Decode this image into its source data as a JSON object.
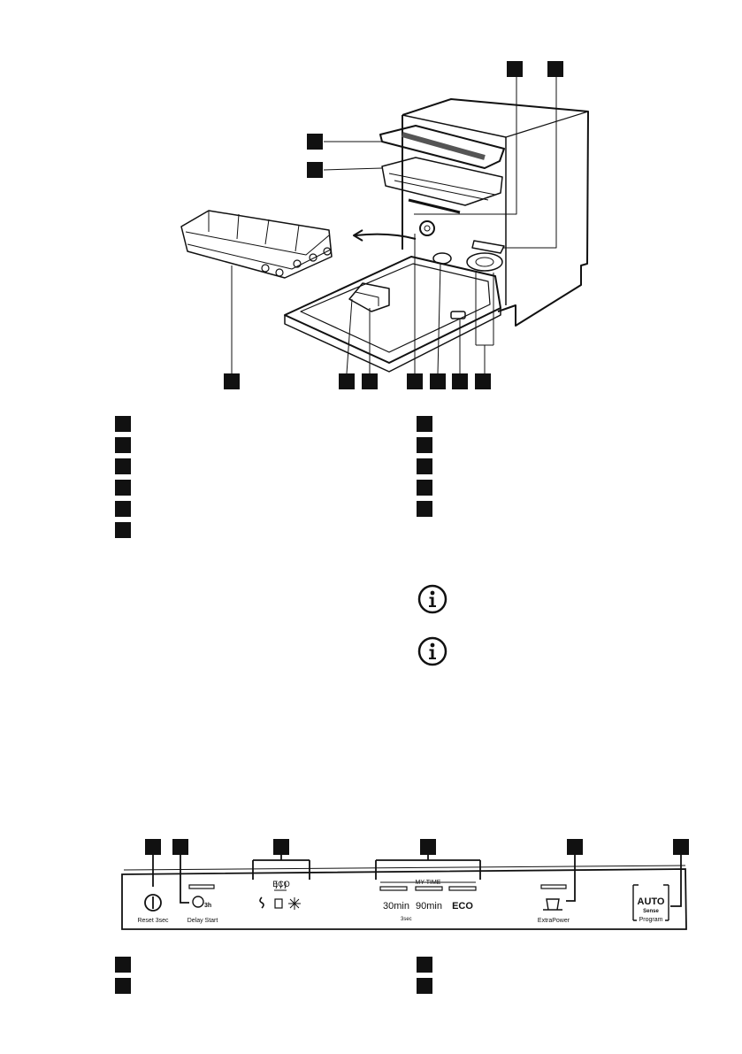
{
  "panel": {
    "reset_label": "Reset 3sec",
    "delay_label": "Delay Start",
    "delay_hours": "3h",
    "eco_label": "ECO",
    "my_time_label": "MY TIME",
    "time_30": "30min",
    "time_90": "90min",
    "eco_button": "ECO",
    "sec_label": "3sec",
    "extra_power_label": "ExtraPower",
    "auto_label": "AUTO",
    "sense_label": "Sense",
    "program_label": "Program"
  },
  "icons": {
    "info_1": "info-icon",
    "info_2": "info-icon"
  }
}
